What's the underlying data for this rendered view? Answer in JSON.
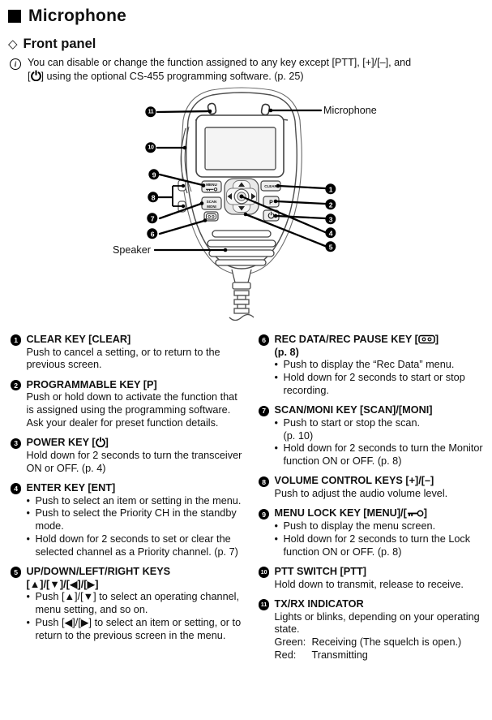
{
  "header": {
    "title": "Microphone",
    "section": "Front panel"
  },
  "note": {
    "info_char": "i",
    "line1": "You can disable or change the function assigned to any key except [PTT], [+]/[–], and",
    "line2_pre": "[",
    "line2_post": "] using the optional CS-455 programming software. (p. 25)"
  },
  "diagram": {
    "microphone_label": "Microphone",
    "speaker_label": "Speaker",
    "buttons": {
      "menu": "MENU",
      "scan": "SCAN",
      "moni": "MONI",
      "clear": "CLEAR",
      "p": "P"
    },
    "callouts": {
      "c1": "1",
      "c2": "2",
      "c3": "3",
      "c4": "4",
      "c5": "5",
      "c6": "6",
      "c7": "7",
      "c8": "8",
      "c9": "9",
      "c10": "10",
      "c11": "11"
    }
  },
  "keys": [
    {
      "num": "1",
      "title": "CLEAR KEY [CLEAR]",
      "body": [
        "Push to cancel a setting, or to return to the previous screen."
      ]
    },
    {
      "num": "2",
      "title": "PROGRAMMABLE KEY [P]",
      "body": [
        "Push or hold down to activate the function that is assigned using the programming software. Ask your dealer for preset function details."
      ]
    },
    {
      "num": "3",
      "title_pre": "POWER KEY [",
      "title_post": "]",
      "body": [
        "Hold down for 2 seconds to turn the transceiver ON or OFF. (p. 4)"
      ]
    },
    {
      "num": "4",
      "title": "ENTER KEY [ENT]",
      "bullets": [
        "Push to select an item or setting in the menu.",
        "Push to select the Priority CH in the standby mode.",
        "Hold down for 2 seconds to set or clear the selected channel as a Priority channel. (p. 7)"
      ]
    },
    {
      "num": "5",
      "title": "UP/DOWN/LEFT/RIGHT KEYS\n[▲]/[▼]/[◀]/[▶]",
      "bullets": [
        "Push [▲]/[▼] to select an operating channel, menu setting, and so on.",
        "Push [◀]/[▶] to select an item or setting, or to return to the previous screen in the menu."
      ]
    },
    {
      "num": "6",
      "title_pre": "REC DATA/REC PAUSE KEY [",
      "title_post": "]",
      "title_line2": "(p. 8)",
      "bullets": [
        "Push to display the “Rec Data” menu.",
        "Hold down for 2 seconds to start or stop recording."
      ]
    },
    {
      "num": "7",
      "title": "SCAN/MONI KEY [SCAN]/[MONI]",
      "bullets": [
        "Push to start or stop the scan.\n(p. 10)",
        "Hold down for 2 seconds to turn the Monitor function ON or OFF. (p. 8)"
      ]
    },
    {
      "num": "8",
      "title": "VOLUME CONTROL KEYS [+]/[–]",
      "body": [
        "Push to adjust the audio volume level."
      ]
    },
    {
      "num": "9",
      "title_pre": "MENU LOCK KEY [MENU]/[",
      "title_post": "]",
      "bullets": [
        "Push to display the menu screen.",
        "Hold down for 2 seconds to turn the Lock function ON or OFF. (p. 8)"
      ]
    },
    {
      "num": "10",
      "title": "PTT SWITCH [PTT]",
      "body": [
        "Hold down to transmit, release to receive."
      ]
    },
    {
      "num": "11",
      "title": "TX/RX INDICATOR",
      "body": [
        "Lights or blinks, depending on your operating state."
      ],
      "status": [
        {
          "label": "Green:",
          "text": "Receiving (The squelch is open.)"
        },
        {
          "label": "Red:",
          "text": "Transmitting"
        }
      ]
    }
  ]
}
